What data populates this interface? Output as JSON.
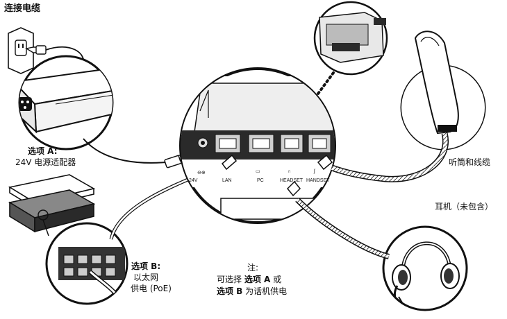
{
  "labels": {
    "title": "连接电缆",
    "option_a_title": "选项 A:",
    "option_a_desc": "24V 电源适配器",
    "option_b_title": "选项 B:",
    "option_b_line1": "以太网",
    "option_b_line2": "供电 (PoE)",
    "handset_cord": "听筒和线缆",
    "headset": "耳机（未包含）",
    "note_title": "注:",
    "note_line1_a": "可选择",
    "note_line1_b": "选项 A",
    "note_line1_c": "或",
    "note_line2_a": "选项 B",
    "note_line2_b": "为话机供电"
  },
  "ports": {
    "power": "24V",
    "lan": "LAN",
    "pc": "PC",
    "headset": "HEADSET",
    "handset": "HANDSET"
  },
  "colors": {
    "ink": "#111111",
    "background": "#ffffff",
    "panel": "#2a2a2a",
    "port": "#cfcfcf"
  }
}
